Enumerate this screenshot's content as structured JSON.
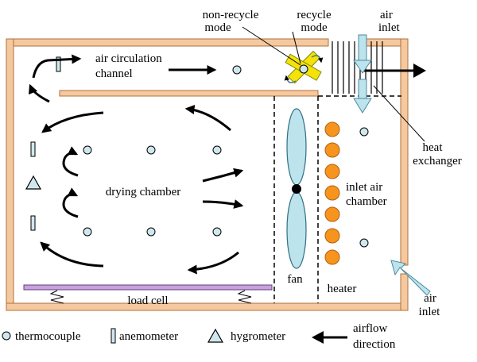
{
  "labels": {
    "non_recycle_mode_line1": "non-recycle",
    "non_recycle_mode_line2": "mode",
    "recycle_mode_line1": "recycle",
    "recycle_mode_line2": "mode",
    "air_inlet_top_line1": "air",
    "air_inlet_top_line2": "inlet",
    "air_circulation_line1": "air circulation",
    "air_circulation_line2": "channel",
    "heat_exchanger_line1": "heat",
    "heat_exchanger_line2": "exchanger",
    "drying_chamber": "drying chamber",
    "inlet_air_chamber_line1": "inlet air",
    "inlet_air_chamber_line2": "chamber",
    "fan": "fan",
    "heater": "heater",
    "load_cell": "load cell",
    "air_inlet_bottom_line1": "air",
    "air_inlet_bottom_line2": "inlet"
  },
  "legend": {
    "thermocouple": "thermocouple",
    "anemometer": "anemometer",
    "hygrometer": "hygrometer",
    "airflow_line1": "airflow",
    "airflow_line2": "direction"
  },
  "colors": {
    "wall": "#f5c9a0",
    "wall_stroke": "#b0703a",
    "sensor_fill": "#cfe8ee",
    "fan_fill": "#bde3ec",
    "heater_fill": "#f7941d",
    "load_cell_fill": "#c6a3d8",
    "damper_fill": "#f4e20a",
    "inlet_arrow_fill": "#bde3ec"
  }
}
